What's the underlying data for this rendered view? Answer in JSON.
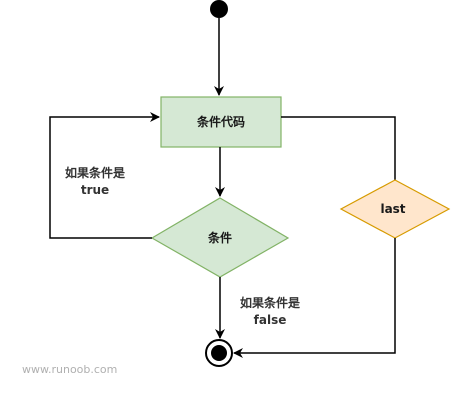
{
  "diagram": {
    "process_label": "条件代码",
    "condition_label": "条件",
    "last_label": "last",
    "true_branch": {
      "line1": "如果条件是",
      "line2": "true"
    },
    "false_branch": {
      "line1": "如果条件是",
      "line2": "false"
    },
    "watermark": "www.runoob.com"
  },
  "colors": {
    "process_fill": "#d5e8d4",
    "process_stroke": "#82b366",
    "condition_fill": "#d5e8d4",
    "condition_stroke": "#82b366",
    "last_fill": "#ffe6cc",
    "last_stroke": "#d79b00",
    "line": "#000000"
  }
}
